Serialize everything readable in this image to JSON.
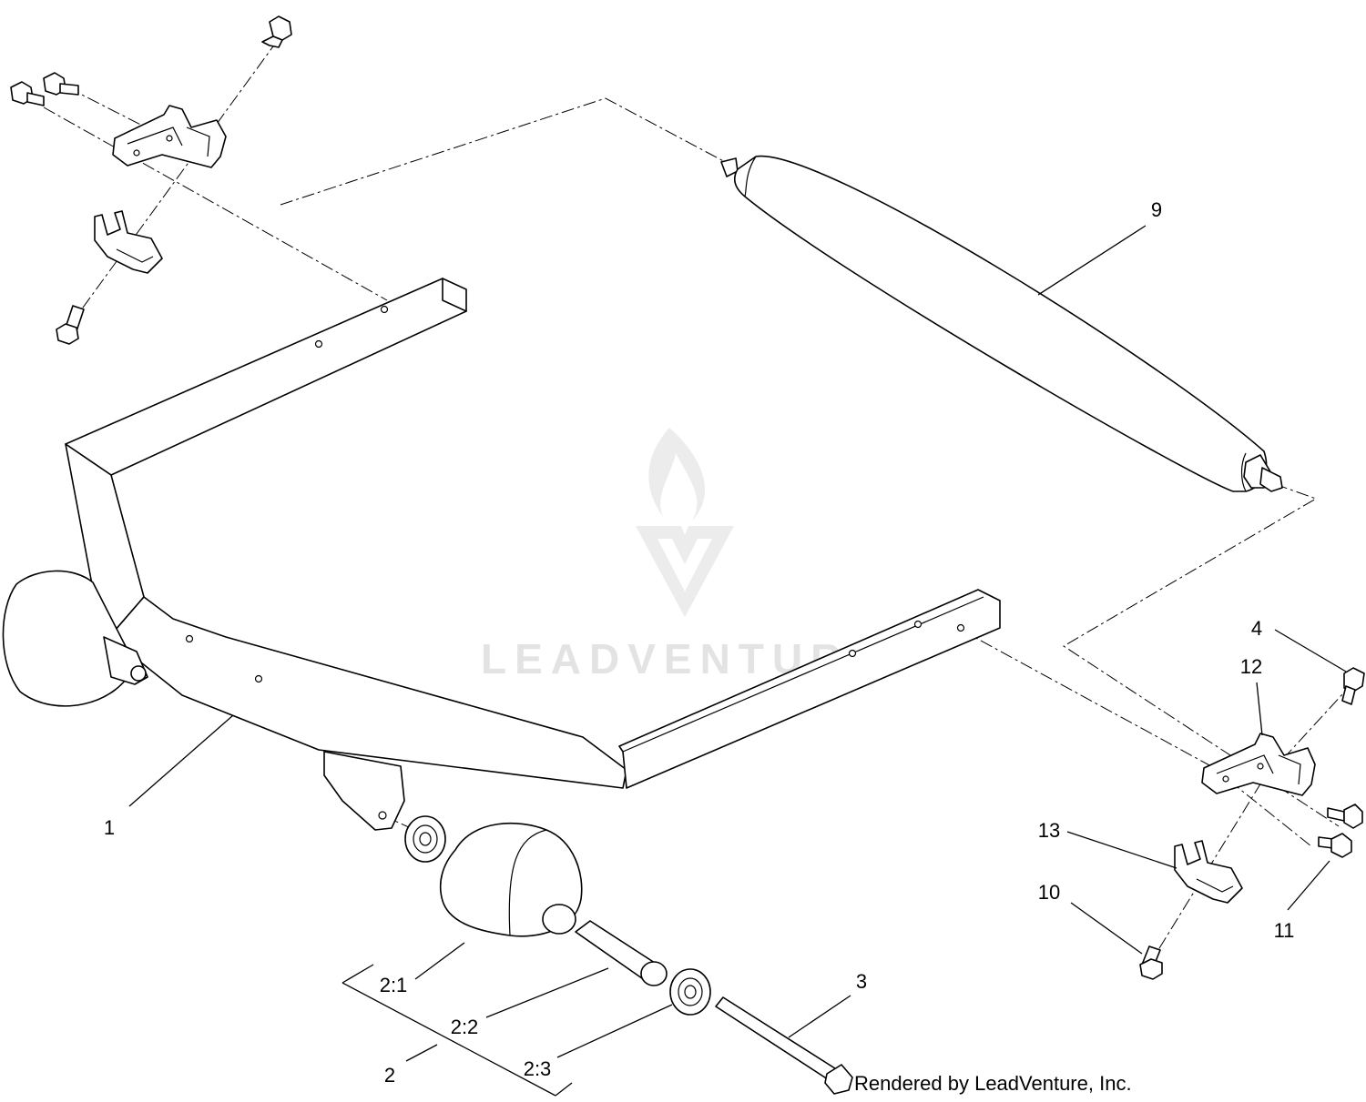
{
  "watermark": {
    "text": "LEADVENTURE"
  },
  "credit": "Rendered by LeadVenture, Inc.",
  "callouts": {
    "c1": "1",
    "c2": "2",
    "c2_1": "2:1",
    "c2_2": "2:2",
    "c2_3": "2:3",
    "c3": "3",
    "c4": "4",
    "c9": "9",
    "c10": "10",
    "c11": "11",
    "c12": "12",
    "c13": "13"
  }
}
